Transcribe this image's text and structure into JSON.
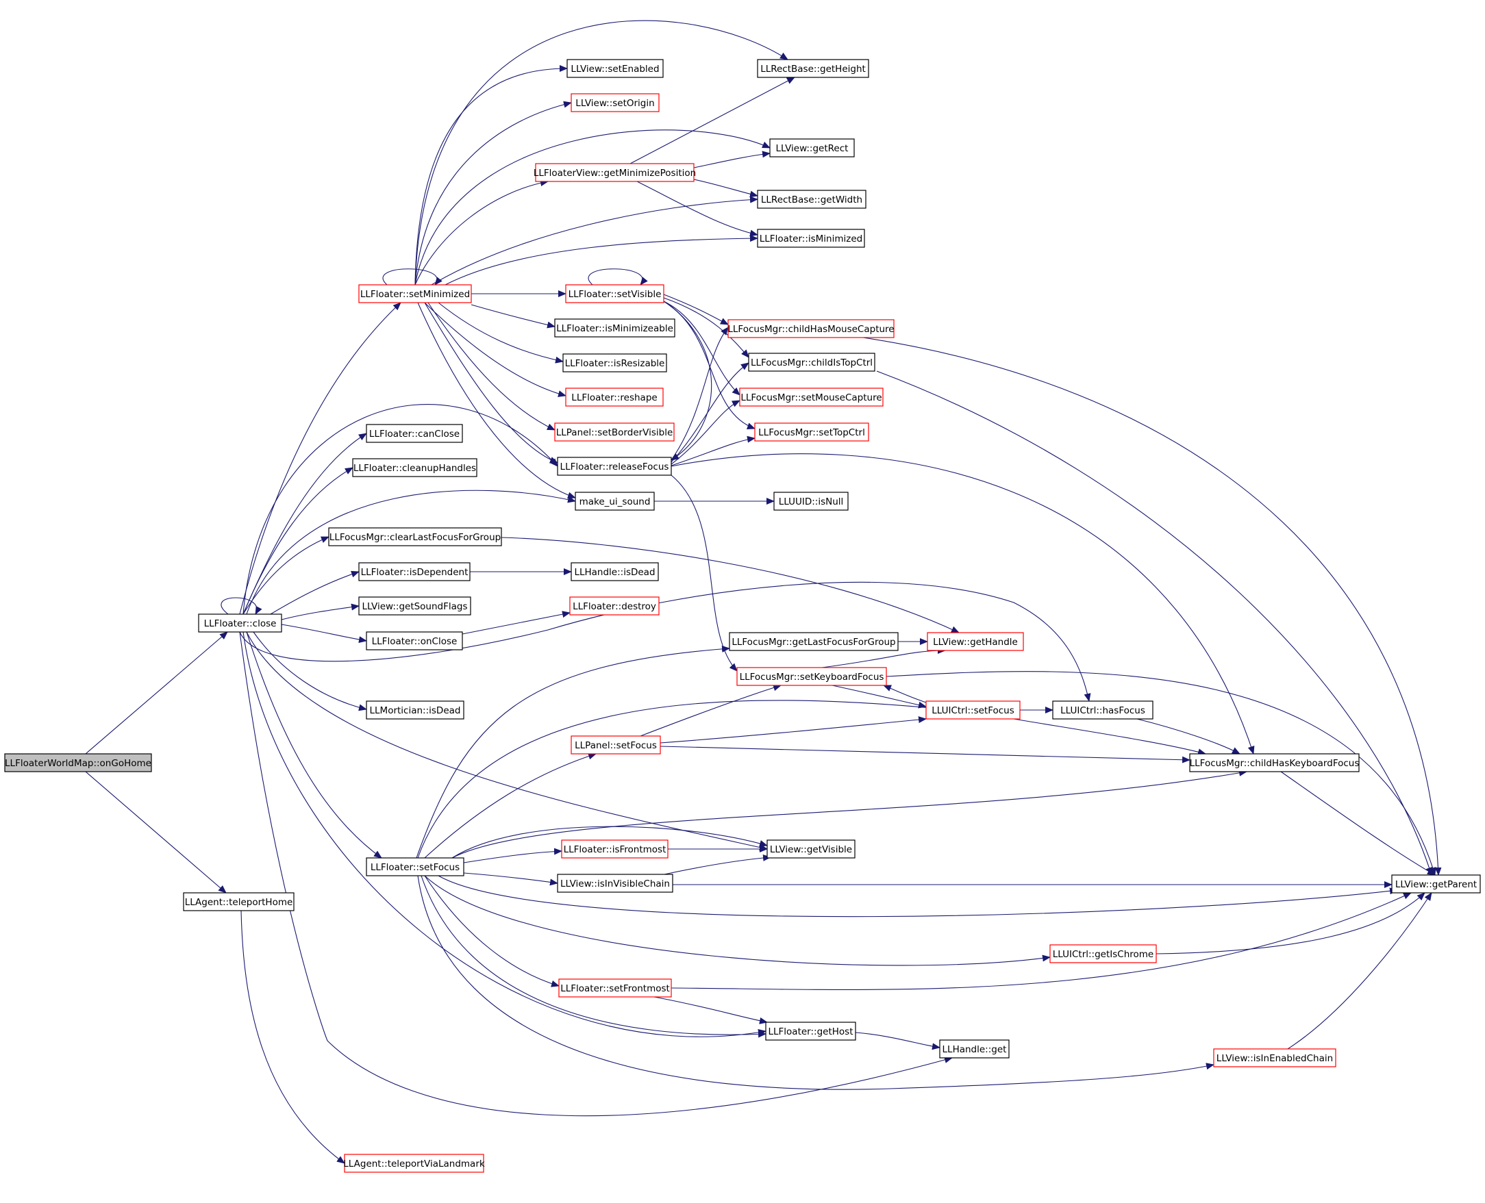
{
  "colors": {
    "edge": "#191970",
    "node_border": "#000000",
    "truncated_border": "#ff0000",
    "root_fill": "#bfbfbf",
    "node_fill": "#ffffff"
  },
  "nodes": [
    {
      "id": "onGoHome",
      "label": "LLFloaterWorldMap::onGoHome",
      "style": "root"
    },
    {
      "id": "close",
      "label": "LLFloater::close",
      "style": "normal"
    },
    {
      "id": "teleportHome",
      "label": "LLAgent::teleportHome",
      "style": "normal"
    },
    {
      "id": "teleportViaLandmark",
      "label": "LLAgent::teleportViaLandmark",
      "style": "truncated"
    },
    {
      "id": "setMinimized",
      "label": "LLFloater::setMinimized",
      "style": "truncated"
    },
    {
      "id": "canClose",
      "label": "LLFloater::canClose",
      "style": "normal"
    },
    {
      "id": "cleanupHandles",
      "label": "LLFloater::cleanupHandles",
      "style": "normal"
    },
    {
      "id": "clearLastFocusForGroup",
      "label": "LLFocusMgr::clearLastFocusForGroup",
      "style": "normal"
    },
    {
      "id": "isDependent",
      "label": "LLFloater::isDependent",
      "style": "normal"
    },
    {
      "id": "getSoundFlags",
      "label": "LLView::getSoundFlags",
      "style": "normal"
    },
    {
      "id": "onClose",
      "label": "LLFloater::onClose",
      "style": "normal"
    },
    {
      "id": "morticianIsDead",
      "label": "LLMortician::isDead",
      "style": "normal"
    },
    {
      "id": "floaterSetFocus",
      "label": "LLFloater::setFocus",
      "style": "normal"
    },
    {
      "id": "setEnabled",
      "label": "LLView::setEnabled",
      "style": "normal"
    },
    {
      "id": "setOrigin",
      "label": "LLView::setOrigin",
      "style": "truncated"
    },
    {
      "id": "getMinimizePosition",
      "label": "LLFloaterView::getMinimizePosition",
      "style": "truncated"
    },
    {
      "id": "setVisible",
      "label": "LLFloater::setVisible",
      "style": "truncated"
    },
    {
      "id": "isMinimizeable",
      "label": "LLFloater::isMinimizeable",
      "style": "normal"
    },
    {
      "id": "isResizable",
      "label": "LLFloater::isResizable",
      "style": "normal"
    },
    {
      "id": "reshape",
      "label": "LLFloater::reshape",
      "style": "truncated"
    },
    {
      "id": "setBorderVisible",
      "label": "LLPanel::setBorderVisible",
      "style": "truncated"
    },
    {
      "id": "releaseFocus",
      "label": "LLFloater::releaseFocus",
      "style": "normal"
    },
    {
      "id": "makeUiSound",
      "label": "make_ui_sound",
      "style": "normal"
    },
    {
      "id": "handleIsDead",
      "label": "LLHandle::isDead",
      "style": "normal"
    },
    {
      "id": "destroy",
      "label": "LLFloater::destroy",
      "style": "truncated"
    },
    {
      "id": "isFrontmost",
      "label": "LLFloater::isFrontmost",
      "style": "truncated"
    },
    {
      "id": "isInVisibleChain",
      "label": "LLView::isInVisibleChain",
      "style": "normal"
    },
    {
      "id": "panelSetFocus",
      "label": "LLPanel::setFocus",
      "style": "truncated"
    },
    {
      "id": "setFrontmost",
      "label": "LLFloater::setFrontmost",
      "style": "truncated"
    },
    {
      "id": "getHeight",
      "label": "LLRectBase::getHeight",
      "style": "normal"
    },
    {
      "id": "getRect",
      "label": "LLView::getRect",
      "style": "normal"
    },
    {
      "id": "getWidth",
      "label": "LLRectBase::getWidth",
      "style": "normal"
    },
    {
      "id": "isMinimized",
      "label": "LLFloater::isMinimized",
      "style": "normal"
    },
    {
      "id": "childHasMouseCapture",
      "label": "LLFocusMgr::childHasMouseCapture",
      "style": "truncated"
    },
    {
      "id": "childIsTopCtrl",
      "label": "LLFocusMgr::childIsTopCtrl",
      "style": "normal"
    },
    {
      "id": "setMouseCapture",
      "label": "LLFocusMgr::setMouseCapture",
      "style": "truncated"
    },
    {
      "id": "setTopCtrl",
      "label": "LLFocusMgr::setTopCtrl",
      "style": "truncated"
    },
    {
      "id": "uuidIsNull",
      "label": "LLUUID::isNull",
      "style": "normal"
    },
    {
      "id": "getLastFocusForGroup",
      "label": "LLFocusMgr::getLastFocusForGroup",
      "style": "normal"
    },
    {
      "id": "setKeyboardFocus",
      "label": "LLFocusMgr::setKeyboardFocus",
      "style": "truncated"
    },
    {
      "id": "getVisible",
      "label": "LLView::getVisible",
      "style": "normal"
    },
    {
      "id": "getHost",
      "label": "LLFloater::getHost",
      "style": "normal"
    },
    {
      "id": "getHandle",
      "label": "LLView::getHandle",
      "style": "truncated"
    },
    {
      "id": "uiCtrlSetFocus",
      "label": "LLUICtrl::setFocus",
      "style": "truncated"
    },
    {
      "id": "hasFocus",
      "label": "LLUICtrl::hasFocus",
      "style": "normal"
    },
    {
      "id": "handleGet",
      "label": "LLHandle::get",
      "style": "normal"
    },
    {
      "id": "getIsChrome",
      "label": "LLUICtrl::getIsChrome",
      "style": "truncated"
    },
    {
      "id": "isInEnabledChain",
      "label": "LLView::isInEnabledChain",
      "style": "truncated"
    },
    {
      "id": "childHasKeyboardFocus",
      "label": "LLFocusMgr::childHasKeyboardFocus",
      "style": "normal"
    },
    {
      "id": "getParent",
      "label": "LLView::getParent",
      "style": "normal"
    }
  ]
}
